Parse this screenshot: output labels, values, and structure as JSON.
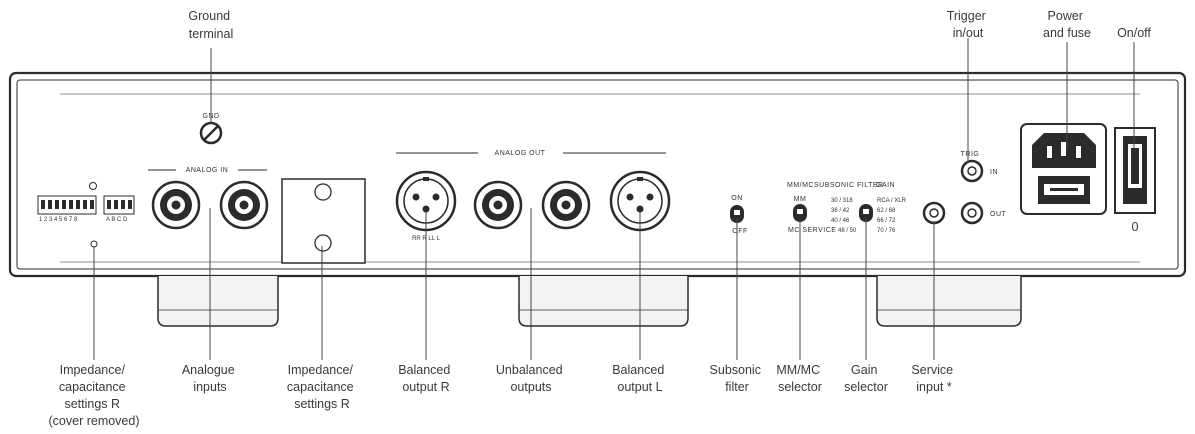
{
  "top_callouts": {
    "ground": [
      "Ground",
      "terminal"
    ],
    "trigger": [
      "Trigger",
      "in/out"
    ],
    "power": [
      "Power",
      "and fuse"
    ],
    "onoff": [
      "On/off"
    ]
  },
  "bottom_callouts": {
    "imp_left": [
      "Impedance/",
      "capacitance",
      "settings R",
      "(cover removed)"
    ],
    "analogue_inputs": [
      "Analogue",
      "inputs"
    ],
    "imp_right": [
      "Impedance/",
      "capacitance",
      "settings R"
    ],
    "balanced_r": [
      "Balanced",
      "output R"
    ],
    "unbalanced": [
      "Unbalanced",
      "outputs"
    ],
    "balanced_l": [
      "Balanced",
      "output L"
    ],
    "subsonic": [
      "Subsonic",
      "filter"
    ],
    "mmmc": [
      "MM/MC",
      "selector"
    ],
    "gain": [
      "Gain",
      "selector"
    ],
    "service": [
      "Service",
      "input *"
    ]
  },
  "panel_labels": {
    "gnd": "GND",
    "analog_in": "ANALOG IN",
    "analog_out": "ANALOG OUT",
    "trig": "TRIG",
    "in": "IN",
    "out": "OUT",
    "on": "ON",
    "off": "OFF",
    "mm_mc_subsonic": "MM/MCSUBSONIC FILTER",
    "gain": "GAIN",
    "mm": "MM",
    "mc_service": "MC SERVICE",
    "xlr_pins": "RR R LL L",
    "power_zero": "0",
    "gain_mm_left": [
      "30 / 318",
      "36 / 42",
      "40 / 46",
      "48 / 50"
    ],
    "gain_mm_right": [
      "RCA / XLR",
      "62 / 68",
      "66 / 72",
      "70 / 76"
    ],
    "dip_left_nums": "1 2 3 4 5 6 7 8",
    "dip_right_nums": "A B C D"
  },
  "colors": {
    "ink": "#2b2b2b",
    "panel_fill": "#ffffff",
    "foot_fill": "#f3f3f3"
  }
}
